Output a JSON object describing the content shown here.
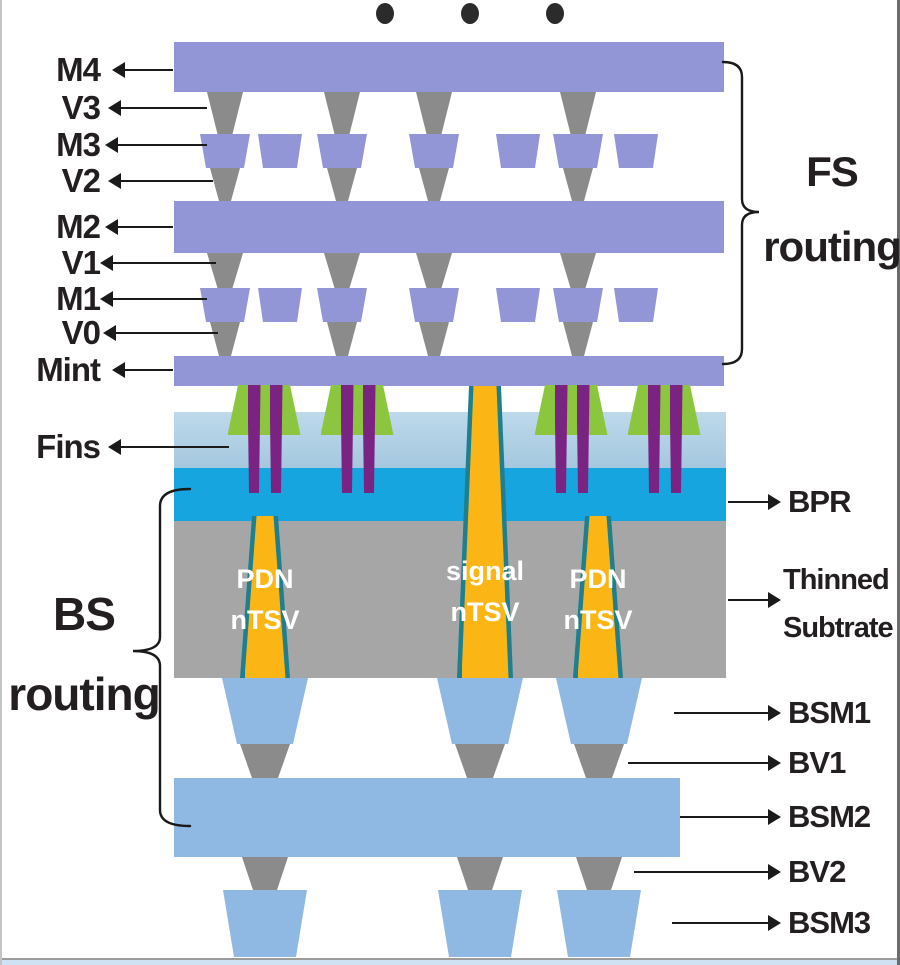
{
  "diagram": {
    "description": "Cross-section of chip with front-side and back-side routing, buried power rail and nano-TSVs",
    "continuation_dots": 3
  },
  "left_labels": [
    "M4",
    "V3",
    "M3",
    "V2",
    "M2",
    "V1",
    "M1",
    "V0",
    "Mint",
    "Fins"
  ],
  "right_labels": {
    "bpr": "BPR",
    "thinned_line1": "Thinned",
    "thinned_line2": "Subtrate",
    "bsm1": "BSM1",
    "bv1": "BV1",
    "bsm2": "BSM2",
    "bv2": "BV2",
    "bsm3": "BSM3"
  },
  "group_labels": {
    "fs_line1": "FS",
    "fs_line2": "routing",
    "bs_line1": "BS",
    "bs_line2": "routing"
  },
  "tsv_labels": {
    "pdn_left_line1": "PDN",
    "pdn_left_line2": "nTSV",
    "signal_line1": "signal",
    "signal_line2": "nTSV",
    "pdn_right_line1": "PDN",
    "pdn_right_line2": "nTSV"
  },
  "colors": {
    "metal_purple": "#9396d6",
    "via_gray": "#8b8b8b",
    "gate_green": "#8cc63f",
    "fin_purple": "#7a2382",
    "device_blue_top": "#bed9ec",
    "device_blue_bottom": "#a4c8de",
    "bpr_blue": "#17a5e0",
    "substrate_gray": "#a6a6a6",
    "tsv_orange": "#fbb615",
    "tsv_edge_teal": "#1d7f8f",
    "bsm_blue": "#8fb8e3",
    "bottom_strip_blue": "#cfe2f3",
    "bottom_line_gray": "#9b9b9b",
    "edge_light_gray": "#c4c4c4",
    "edge_dark_gray": "#6b6b6b",
    "label_black": "#231f20",
    "arrow_black": "#1a1a1a",
    "dot_black": "#2b2b2b"
  }
}
